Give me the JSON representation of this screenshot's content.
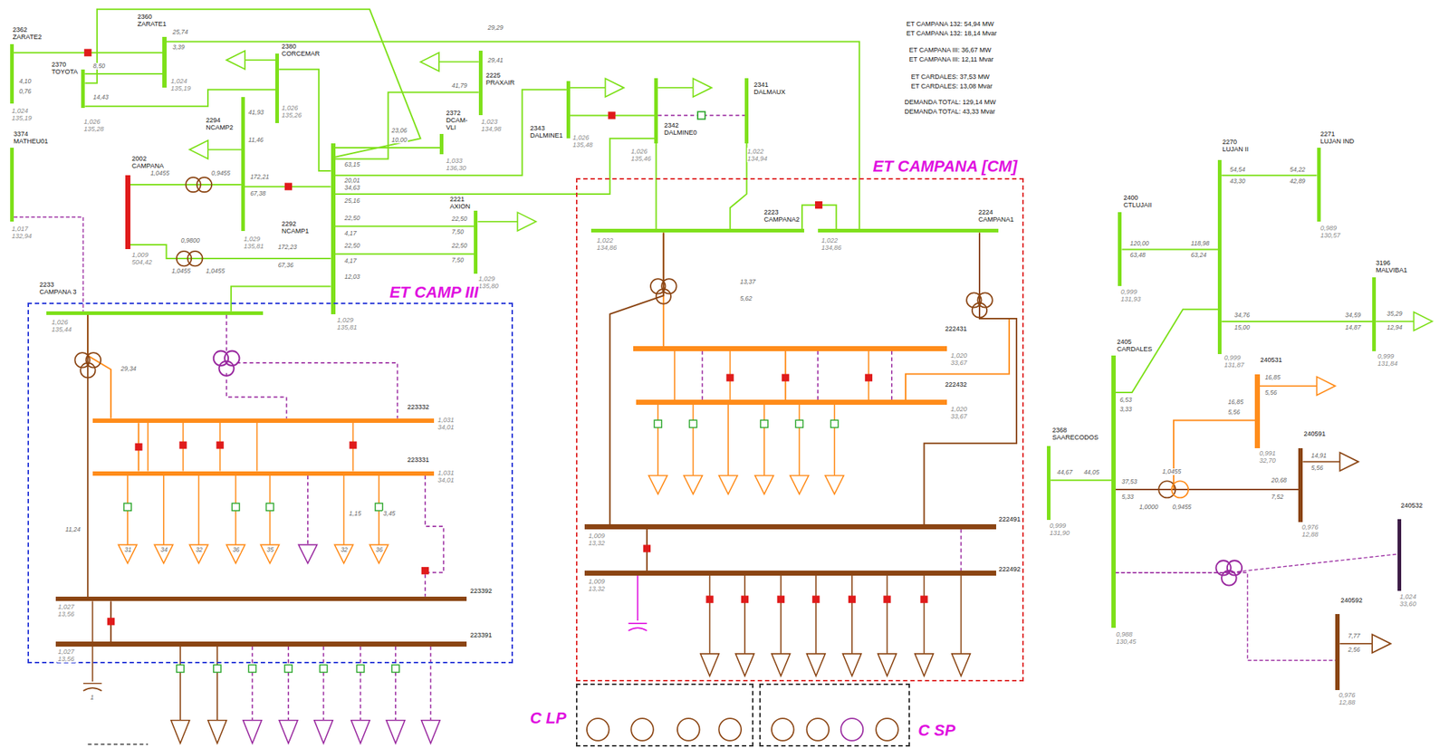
{
  "diagram": {
    "nodes": [
      {
        "text": [
          "2362 ZARATE2",
          "1,024 135,19"
        ]
      },
      {
        "text": [
          "2360 ZARATE1",
          "1,024 135,19"
        ]
      },
      {
        "text": [
          "2370 TOYOTA",
          "1,026 135,28"
        ]
      },
      {
        "text": [
          "2380 CORCEMAR",
          "1,026 135,26"
        ]
      },
      {
        "text": [
          "2225 PRAXAIR",
          "1,023 134,98"
        ]
      },
      {
        "text": [
          "2341 DALMAUX",
          "1,022 134,94"
        ]
      },
      {
        "text": [
          "3374 MATHEU01",
          "1,017 132,94"
        ]
      },
      {
        "text": [
          "2294 NCAMP2",
          "1,029 135,81"
        ]
      },
      {
        "text": [
          "2372 DCAM-VLI",
          "1,033 136,30"
        ]
      },
      {
        "text": [
          "2343 DALMINE1",
          "1,026 135,48"
        ]
      },
      {
        "text": [
          "2342 DALMINE0",
          "1,026 135,46"
        ]
      },
      {
        "text": [
          "2002 CAMPANA",
          "1,009 504,42"
        ]
      },
      {
        "text": [
          "2292 NCAMP1",
          "1,029 135,81"
        ]
      },
      {
        "text": [
          "2221 AXION",
          "1,029 135,80"
        ]
      },
      {
        "text": [
          "2223 CAMPANA2",
          "1,022 134,86"
        ]
      },
      {
        "text": [
          "2224 CAMPANA1",
          "1,022 134,86"
        ]
      },
      {
        "text": [
          "ET CAMP III"
        ]
      },
      {
        "text": [
          "2233 CAMPANA 3",
          "1,026 135,44"
        ],
        "in": 16
      },
      {
        "text": [
          "223332",
          "1,031 34,01"
        ],
        "in": 16
      },
      {
        "text": [
          "223331",
          "1,031 34,01"
        ],
        "in": 16
      },
      {
        "text": [
          "223392",
          "1,027 13,56"
        ],
        "in": 16
      },
      {
        "text": [
          "223391",
          "1,027 13,56"
        ],
        "in": 16
      },
      {
        "text": [
          "ET CAMPANA [CM]"
        ]
      },
      {
        "text": [
          "222431",
          "1,020 33,67"
        ],
        "in": 22
      },
      {
        "text": [
          "222432",
          "1,020 33,67"
        ],
        "in": 22
      },
      {
        "text": [
          "222491",
          "1,009 13,32"
        ],
        "in": 22
      },
      {
        "text": [
          "222492",
          "1,009 13,32"
        ],
        "in": 22
      },
      {
        "text": [
          "C LP"
        ]
      },
      {
        "text": [
          "C SP"
        ]
      },
      {
        "text": [
          "2271 LUJAN IND",
          "0,989 130,57"
        ]
      },
      {
        "text": [
          "2270 LUJAN II",
          "0,999 131,87"
        ]
      },
      {
        "text": [
          "2400 CTLUJAII",
          "0,999 131,93"
        ]
      },
      {
        "text": [
          "3196 MALVIBA1",
          "0,999 131,84"
        ]
      },
      {
        "text": [
          "2405 CARDALES",
          "0,988 130,45"
        ]
      },
      {
        "text": [
          "240531",
          "0,991 32,70"
        ]
      },
      {
        "text": [
          "2368 SAARECODOS",
          "0,999 131,90"
        ]
      },
      {
        "text": [
          "240591",
          "0,976 12,88"
        ]
      },
      {
        "text": [
          "240532",
          "1,024 33,60"
        ]
      },
      {
        "text": [
          "240592",
          "0,976 12,88"
        ]
      }
    ],
    "edges": [
      {
        "from": 0,
        "to": 1,
        "arrow": "none"
      },
      {
        "from": 1,
        "to": 2,
        "arrow": "none"
      },
      {
        "from": 2,
        "to": 12,
        "arrow": "none"
      },
      {
        "from": 1,
        "to": 15,
        "arrow": "none"
      },
      {
        "from": 2,
        "to": 3,
        "arrow": "none"
      },
      {
        "from": 3,
        "to": 12,
        "arrow": "none"
      },
      {
        "from": 4,
        "to": 12,
        "arrow": "none"
      },
      {
        "from": 8,
        "to": 12,
        "arrow": "none"
      },
      {
        "from": 9,
        "to": 12,
        "arrow": "none"
      },
      {
        "from": 9,
        "to": 10,
        "arrow": "none"
      },
      {
        "from": 10,
        "to": 12,
        "arrow": "none"
      },
      {
        "from": 10,
        "to": 14,
        "arrow": "none"
      },
      {
        "from": 5,
        "to": 14,
        "arrow": "none"
      },
      {
        "from": 14,
        "to": 15,
        "arrow": "none"
      },
      {
        "from": 7,
        "to": 12,
        "arrow": "none"
      },
      {
        "from": 11,
        "to": 7,
        "arrow": "none"
      },
      {
        "from": 11,
        "to": 12,
        "arrow": "none"
      },
      {
        "from": 12,
        "to": 13,
        "arrow": "none"
      },
      {
        "from": 12,
        "to": 13,
        "arrow": "none"
      },
      {
        "from": 12,
        "to": 17,
        "arrow": "none"
      },
      {
        "from": 6,
        "to": 17,
        "arrow": "none"
      },
      {
        "from": 17,
        "to": 18,
        "arrow": "none"
      },
      {
        "from": 17,
        "to": 20,
        "arrow": "none"
      },
      {
        "from": 18,
        "to": 19,
        "arrow": "none"
      },
      {
        "from": 20,
        "to": 21,
        "arrow": "none"
      },
      {
        "from": 14,
        "to": 23,
        "arrow": "none"
      },
      {
        "from": 14,
        "to": 25,
        "arrow": "none"
      },
      {
        "from": 15,
        "to": 24,
        "arrow": "none"
      },
      {
        "from": 15,
        "to": 25,
        "arrow": "none"
      },
      {
        "from": 23,
        "to": 24,
        "arrow": "none"
      },
      {
        "from": 25,
        "to": 26,
        "arrow": "none"
      },
      {
        "from": 30,
        "to": 29,
        "arrow": "none"
      },
      {
        "from": 31,
        "to": 30,
        "arrow": "none"
      },
      {
        "from": 30,
        "to": 32,
        "arrow": "none"
      },
      {
        "from": 30,
        "to": 33,
        "arrow": "none"
      },
      {
        "from": 35,
        "to": 33,
        "arrow": "none"
      },
      {
        "from": 33,
        "to": 34,
        "arrow": "none"
      },
      {
        "from": 33,
        "to": 36,
        "arrow": "none"
      },
      {
        "from": 33,
        "to": 37,
        "arrow": "none"
      },
      {
        "from": 33,
        "to": 38,
        "arrow": "none"
      }
    ],
    "labels": [
      "ET CAMPANA 132: 54,94 MW",
      "ET CAMPANA 132: 18,14 Mvar",
      "ET CAMPANA III: 36,67 MW",
      "ET CAMPANA III: 12,11 Mvar",
      "ET CARDALES: 37,53 MW",
      "ET CARDALES: 13,08 Mvar",
      "DEMANDA TOTAL: 129,14 MW",
      "DEMANDA TOTAL: 43,33 Mvar",
      "25,74",
      "3,39",
      "4,10",
      "0,76",
      "8,50",
      "14,43",
      "41,93",
      "11,46",
      "29,29",
      "29,41",
      "41,79",
      "23,06",
      "10,00",
      "63,15",
      "20,01",
      "34,63",
      "25,16",
      "22,50",
      "4,17",
      "22,50",
      "4,17",
      "12,03",
      "22,50",
      "7,50",
      "22,50",
      "7,50",
      "1,0455",
      "0,9455",
      "172,21",
      "67,38",
      "0,9800",
      "1,0455",
      "1,0455",
      "172,23",
      "67,36",
      "54,54",
      "43,30",
      "54,22",
      "42,89",
      "120,00",
      "63,48",
      "118,98",
      "63,24",
      "34,76",
      "15,00",
      "34,59",
      "14,87",
      "35,29",
      "12,94",
      "6,53",
      "3,33",
      "44,67",
      "44,05",
      "37,53",
      "5,33",
      "16,85",
      "5,56",
      "16,85",
      "5,56",
      "1,0455",
      "1,0000",
      "0,9455",
      "20,68",
      "7,52",
      "14,91",
      "5,56",
      "7,77",
      "2,56",
      "13,37",
      "5,62",
      "29,34",
      "11,24",
      "1,15",
      "3,45",
      "31",
      "34",
      "32",
      "36",
      "35",
      "32",
      "36",
      "1"
    ]
  }
}
